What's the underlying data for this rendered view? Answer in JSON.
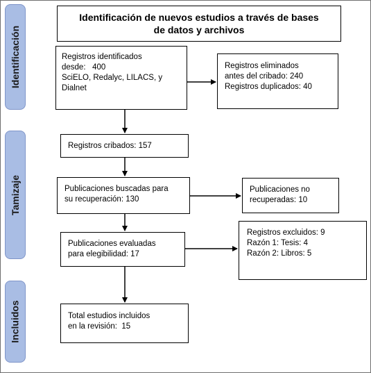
{
  "phases": {
    "identification": "Identificación",
    "screening": "Tamizaje",
    "included": "Incluidos"
  },
  "header": {
    "line1": "Identificación de nuevos estudios a través de bases",
    "line2": "de datos y archivos"
  },
  "records_identified": {
    "line1": "Registros identificados",
    "line2": "desde:   400",
    "line3": "SciELO, Redalyc, LILACS, y",
    "line4": "Dialnet"
  },
  "records_removed": {
    "line1": "Registros eliminados",
    "line2": "antes del cribado: 240",
    "line3": "Registros duplicados: 40"
  },
  "records_screened": {
    "line1": "Registros cribados: 157"
  },
  "reports_sought": {
    "line1": "Publicaciones buscadas para",
    "line2": "su recuperación: 130"
  },
  "reports_not_retrieved": {
    "line1": "Publicaciones no",
    "line2": "recuperadas: 10"
  },
  "reports_assessed": {
    "line1": "Publicaciones evaluadas",
    "line2": "para elegibilidad: 17"
  },
  "records_excluded": {
    "line1": "Registros excluidos: 9",
    "line2": "Razón 1: Tesis: 4",
    "line3": "Razón 2: Libros: 5"
  },
  "studies_included": {
    "line1": "Total estudios incluidos",
    "line2": "en la revisión:  15"
  }
}
